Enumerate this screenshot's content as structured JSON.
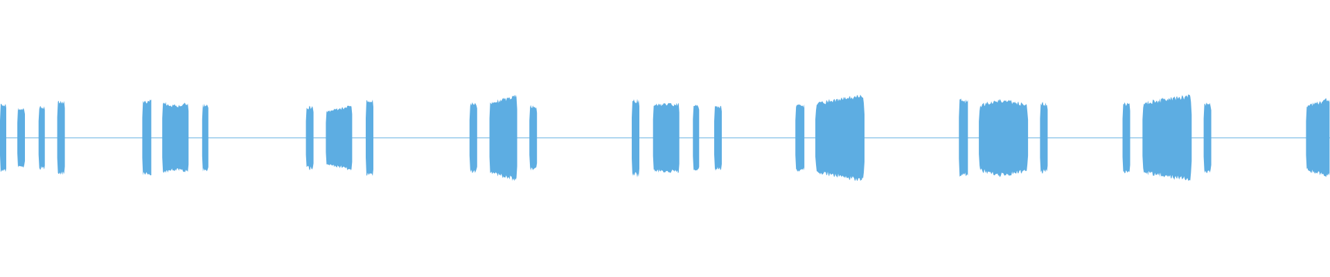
{
  "waveform": {
    "color": "#5dade2",
    "background": "#ffffff",
    "segments": [
      {
        "start": 0.0,
        "end": 0.005,
        "amp": 0.39
      },
      {
        "start": 0.013,
        "end": 0.019,
        "amp": 0.34
      },
      {
        "start": 0.029,
        "end": 0.034,
        "amp": 0.36
      },
      {
        "start": 0.043,
        "end": 0.049,
        "amp": 0.42
      },
      {
        "start": 0.107,
        "end": 0.114,
        "amp": 0.43
      },
      {
        "start": 0.122,
        "end": 0.142,
        "amp": 0.42,
        "shape": "dip"
      },
      {
        "start": 0.152,
        "end": 0.157,
        "amp": 0.38
      },
      {
        "start": 0.23,
        "end": 0.236,
        "amp": 0.36
      },
      {
        "start": 0.245,
        "end": 0.265,
        "amp": 0.38,
        "shape": "swell"
      },
      {
        "start": 0.275,
        "end": 0.281,
        "amp": 0.44
      },
      {
        "start": 0.353,
        "end": 0.359,
        "amp": 0.4
      },
      {
        "start": 0.368,
        "end": 0.389,
        "amp": 0.5,
        "shape": "swell"
      },
      {
        "start": 0.398,
        "end": 0.404,
        "amp": 0.37
      },
      {
        "start": 0.475,
        "end": 0.481,
        "amp": 0.44
      },
      {
        "start": 0.491,
        "end": 0.511,
        "amp": 0.4,
        "shape": "flat"
      },
      {
        "start": 0.521,
        "end": 0.526,
        "amp": 0.38
      },
      {
        "start": 0.537,
        "end": 0.543,
        "amp": 0.37
      },
      {
        "start": 0.598,
        "end": 0.605,
        "amp": 0.38
      },
      {
        "start": 0.613,
        "end": 0.65,
        "amp": 0.5,
        "shape": "swell"
      },
      {
        "start": 0.721,
        "end": 0.728,
        "amp": 0.44
      },
      {
        "start": 0.736,
        "end": 0.773,
        "amp": 0.44,
        "shape": "bulge"
      },
      {
        "start": 0.782,
        "end": 0.788,
        "amp": 0.4
      },
      {
        "start": 0.844,
        "end": 0.85,
        "amp": 0.4
      },
      {
        "start": 0.859,
        "end": 0.896,
        "amp": 0.5,
        "shape": "swell"
      },
      {
        "start": 0.905,
        "end": 0.911,
        "amp": 0.4
      },
      {
        "start": 0.982,
        "end": 1.0,
        "amp": 0.46,
        "shape": "swell"
      }
    ]
  }
}
